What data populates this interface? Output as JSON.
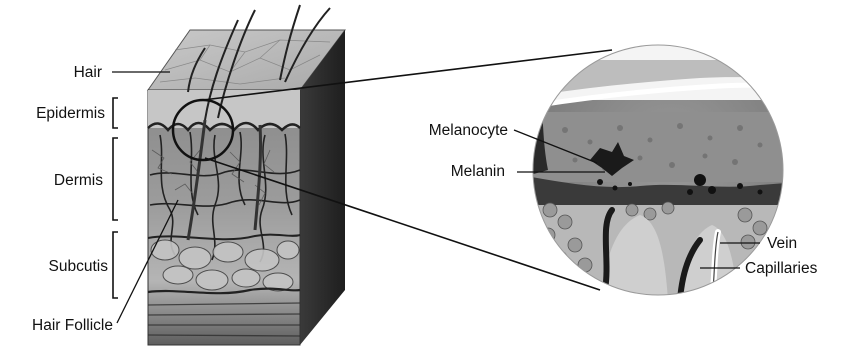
{
  "labels": {
    "hair": "Hair",
    "epidermis": "Epidermis",
    "dermis": "Dermis",
    "subcutis": "Subcutis",
    "hair_follicle": "Hair Follicle",
    "melanocyte": "Melanocyte",
    "melanin": "Melanin",
    "vein": "Vein",
    "capillaries": "Capillaries"
  }
}
